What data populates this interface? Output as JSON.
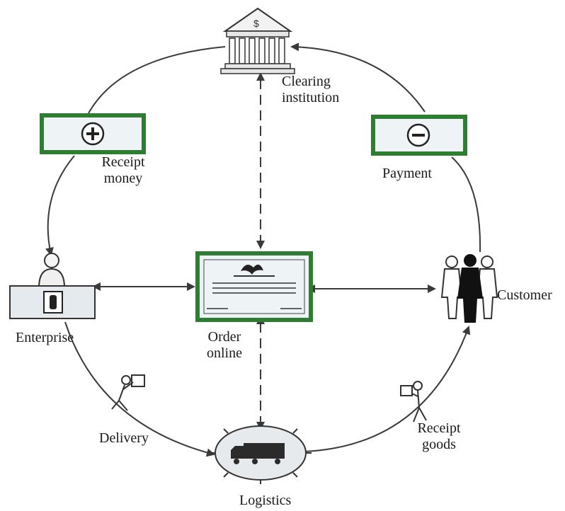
{
  "nodes": {
    "clearing": {
      "label": "Clearing\ninstitution"
    },
    "receipt_money": {
      "label": "Receipt\nmoney"
    },
    "payment": {
      "label": "Payment"
    },
    "enterprise": {
      "label": "Enterprise"
    },
    "order": {
      "label": "Order\nonline"
    },
    "customer": {
      "label": "Customer"
    },
    "delivery": {
      "label": "Delivery"
    },
    "receipt_goods": {
      "label": "Receipt\ngoods"
    },
    "logistics": {
      "label": "Logistics"
    }
  },
  "colors": {
    "frame_green": "#2e7d32",
    "panel_fill": "#eef3f6",
    "line": "#3a3a3a"
  }
}
